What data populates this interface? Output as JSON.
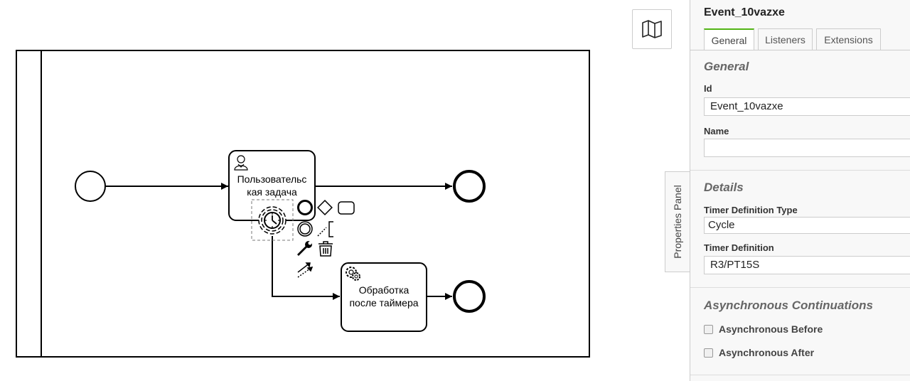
{
  "diagram": {
    "user_task_label": "Пользовательс кая задача",
    "service_task_label": "Обработка после таймера"
  },
  "canvas_controls": {
    "minimap_icon": "map-icon",
    "properties_toggle": "Properties Panel"
  },
  "panel": {
    "element_id": "Event_10vazxe",
    "tabs": [
      {
        "label": "General",
        "active": true
      },
      {
        "label": "Listeners",
        "active": false
      },
      {
        "label": "Extensions",
        "active": false
      }
    ],
    "general": {
      "title": "General",
      "id_label": "Id",
      "id_value": "Event_10vazxe",
      "name_label": "Name",
      "name_value": ""
    },
    "details": {
      "title": "Details",
      "timer_type_label": "Timer Definition Type",
      "timer_type_value": "Cycle",
      "timer_def_label": "Timer Definition",
      "timer_def_value": "R3/PT15S"
    },
    "async": {
      "title": "Asynchronous Continuations",
      "before_label": "Asynchronous Before",
      "after_label": "Asynchronous After"
    }
  }
}
